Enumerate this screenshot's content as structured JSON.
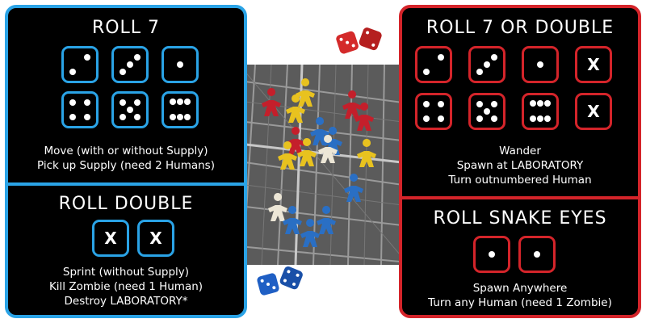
{
  "player_panel": {
    "accent": "#2aa3e6",
    "roll7": {
      "title": "ROLL 7",
      "dice": [
        2,
        3,
        1,
        4,
        5,
        6
      ],
      "actions": [
        "Move (with or without Supply)",
        "Pick up Supply (need 2 Humans)"
      ]
    },
    "roll_double": {
      "title": "ROLL DOUBLE",
      "dice": [
        "X",
        "X"
      ],
      "actions": [
        "Sprint (without Supply)",
        "Kill Zombie (need 1 Human)",
        "Destroy LABORATORY*"
      ]
    }
  },
  "zombie_panel": {
    "accent": "#d4242a",
    "roll7_or_double": {
      "title": "ROLL 7 OR DOUBLE",
      "dice": [
        2,
        3,
        1,
        "X",
        4,
        5,
        6,
        "X"
      ],
      "actions": [
        "Wander",
        "Spawn at LABORATORY",
        "Turn outnumbered Human"
      ]
    },
    "snake_eyes": {
      "title": "ROLL SNAKE EYES",
      "dice": [
        1,
        1
      ],
      "actions": [
        "Spawn Anywhere",
        "Turn any Human (need 1 Zombie)"
      ]
    }
  },
  "board": {
    "meeple_colors": {
      "red": "#c41f2b",
      "blue": "#2a6fc4",
      "yellow": "#e8c21f",
      "white": "#ece6d6"
    },
    "dice_colors": {
      "red": "#d42a2a",
      "blue": "#1f5fc4"
    }
  }
}
